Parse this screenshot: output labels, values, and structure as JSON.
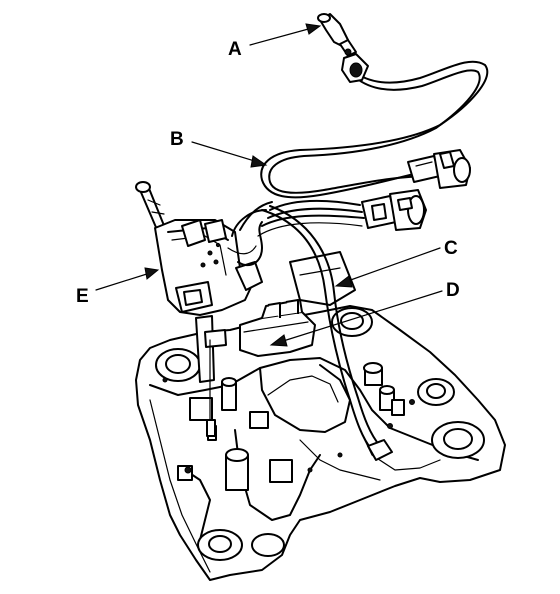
{
  "diagram": {
    "callouts": [
      {
        "id": "A",
        "label": "A"
      },
      {
        "id": "B",
        "label": "B"
      },
      {
        "id": "C",
        "label": "C"
      },
      {
        "id": "D",
        "label": "D"
      },
      {
        "id": "E",
        "label": "E"
      }
    ]
  },
  "colors": {
    "line": "#000000",
    "background": "#ffffff"
  }
}
